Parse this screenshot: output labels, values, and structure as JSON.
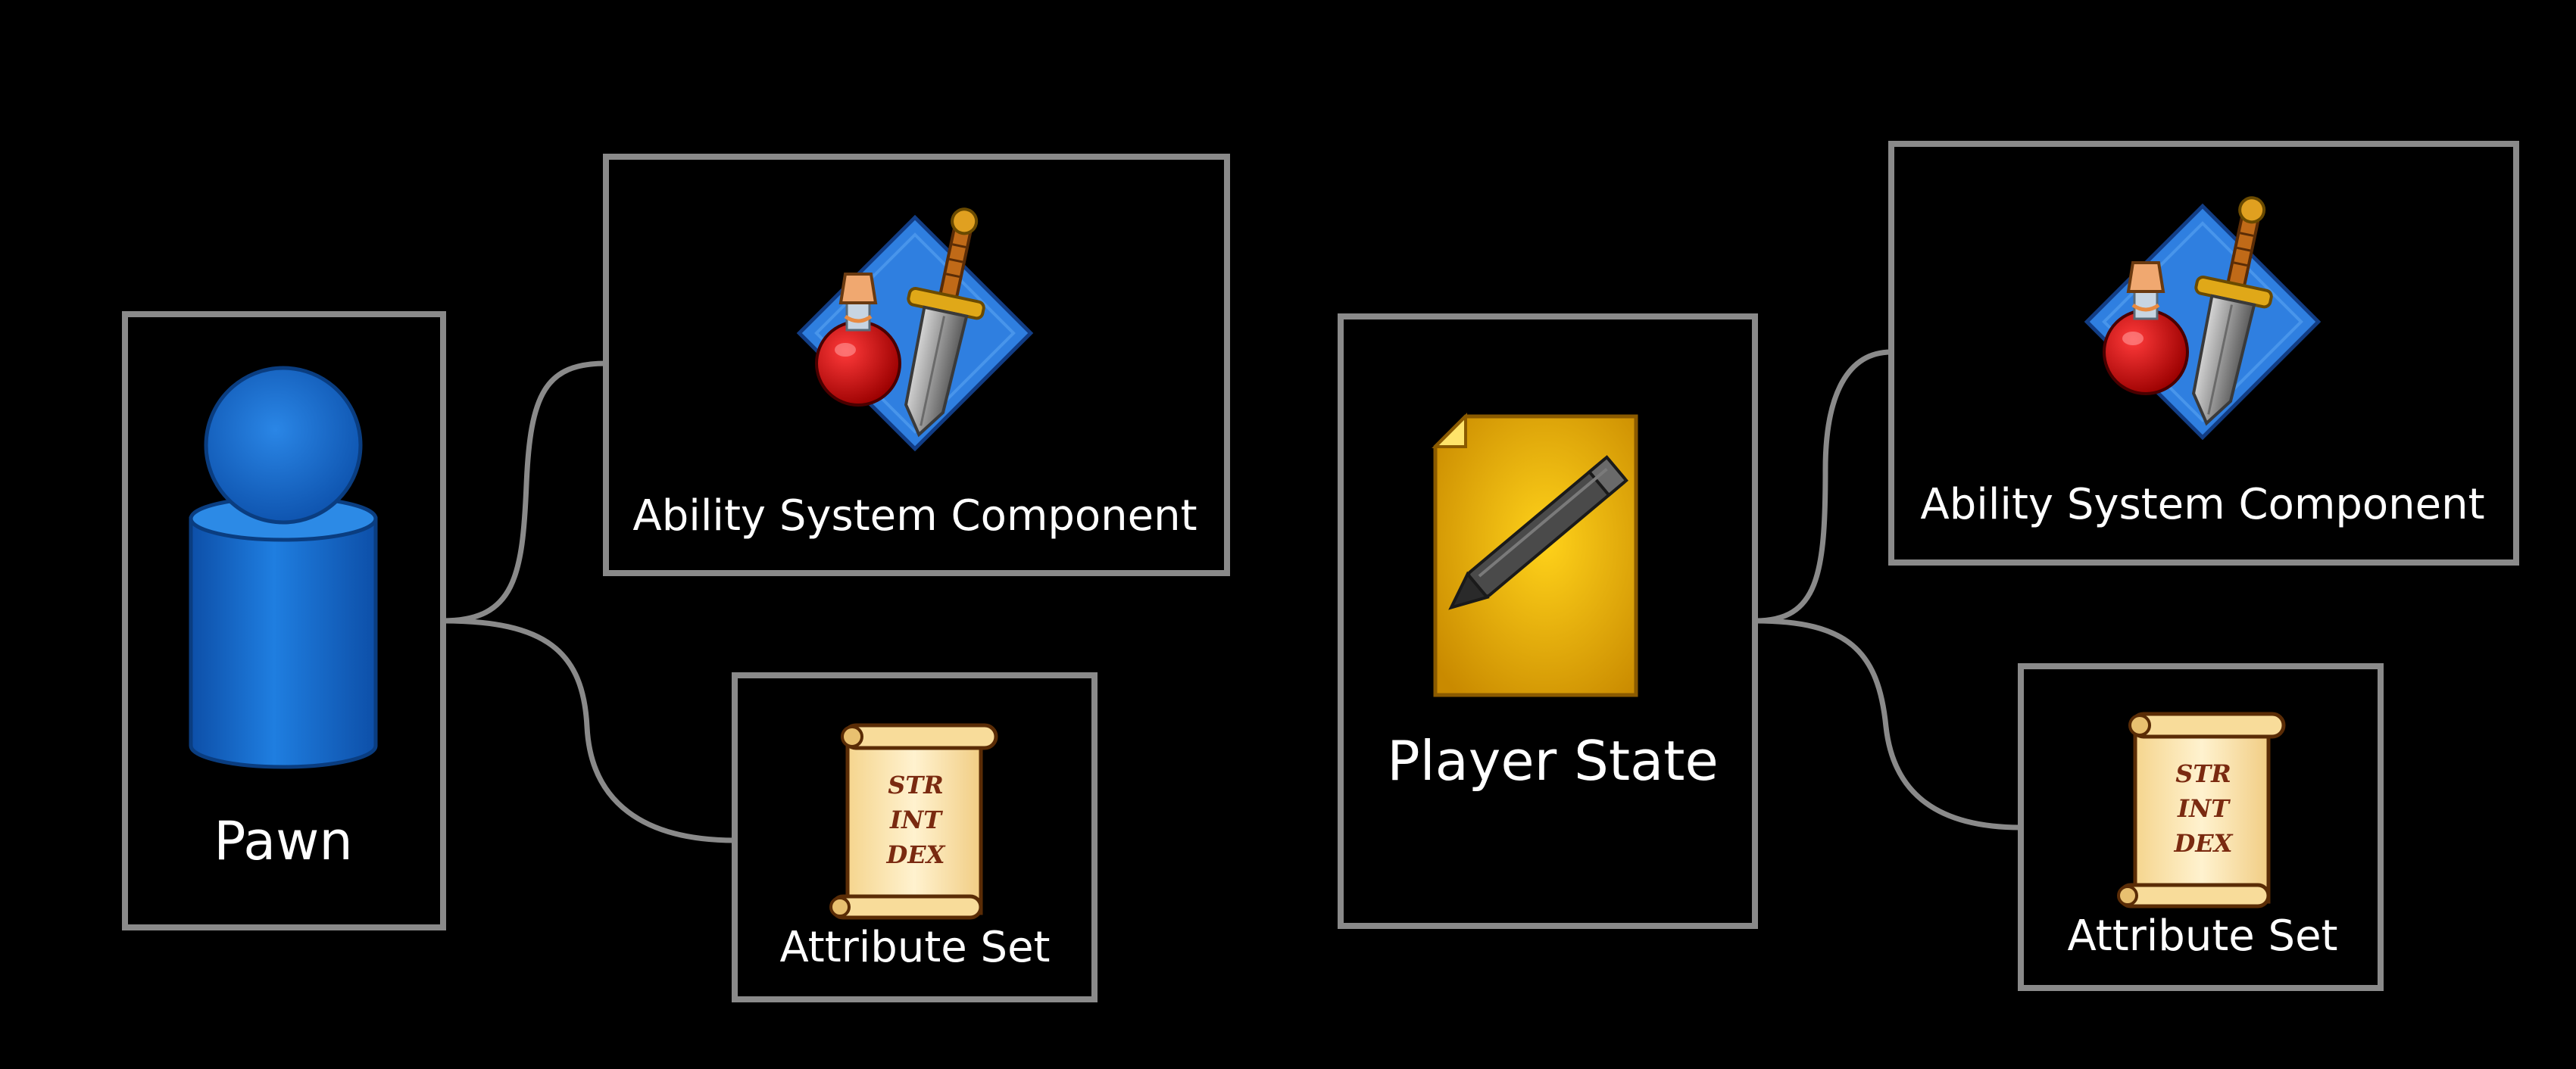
{
  "diagram": {
    "left_group": {
      "owner_label": "Pawn",
      "asc_label": "Ability System Component",
      "attr_label": "Attribute Set",
      "scroll_lines": [
        "STR",
        "INT",
        "DEX"
      ]
    },
    "right_group": {
      "owner_label": "Player State",
      "asc_label": "Ability System Component",
      "attr_label": "Attribute Set",
      "scroll_lines": [
        "STR",
        "INT",
        "DEX"
      ]
    },
    "icons": {
      "pawn": "pawn-figure-icon",
      "player_state": "document-pen-icon",
      "asc": "potion-sword-icon",
      "attributes": "scroll-icon"
    },
    "colors": {
      "background": "#000000",
      "box_border": "#8a8a8a",
      "pawn_blue": "#1a6ed0",
      "document_yellow": "#f2b800",
      "diamond_blue": "#2f7fe0",
      "potion_red": "#d01010",
      "scroll_cream": "#fbe7b8"
    }
  }
}
